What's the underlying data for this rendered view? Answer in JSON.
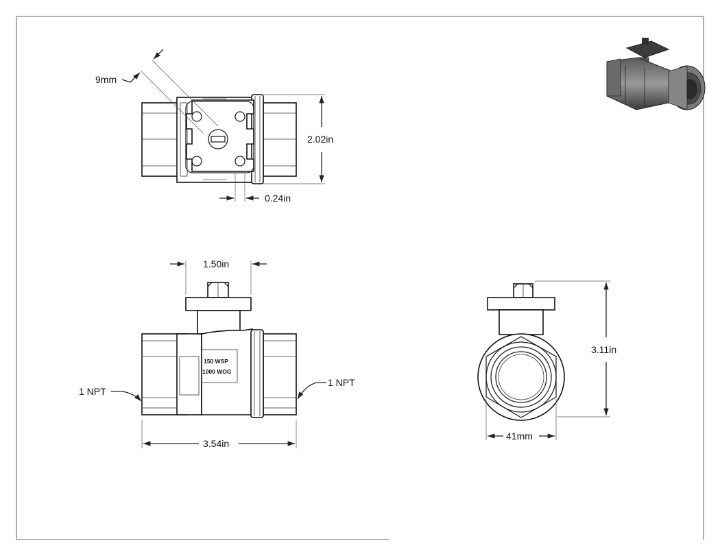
{
  "top_view": {
    "dim_bolt_hole": "9mm",
    "dim_height": "2.02in",
    "dim_flange_thickness": "0.24in"
  },
  "front_view": {
    "dim_pad_width": "1.50in",
    "dim_length": "3.54in",
    "port_left": "1 NPT",
    "port_right": "1 NPT",
    "rating_line1": "150 WSP",
    "rating_line2": "1000 WOG"
  },
  "side_view": {
    "dim_total_height": "3.11in",
    "dim_hex_width": "41mm"
  }
}
